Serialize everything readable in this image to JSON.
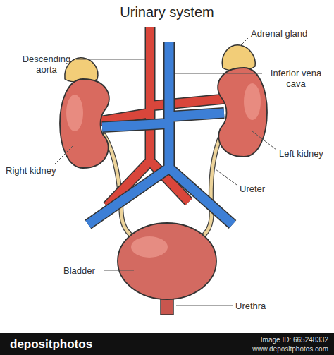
{
  "diagram": {
    "title": "Urinary system",
    "labels": [
      "Descending aorta",
      "Adrenal gland",
      "Inferior vena cava",
      "Right kidney",
      "Left kidney",
      "Ureter",
      "Bladder",
      "Urethra",
      "depositphotos",
      "Image ID: 665248332",
      "www.depositphotos.com"
    ]
  }
}
